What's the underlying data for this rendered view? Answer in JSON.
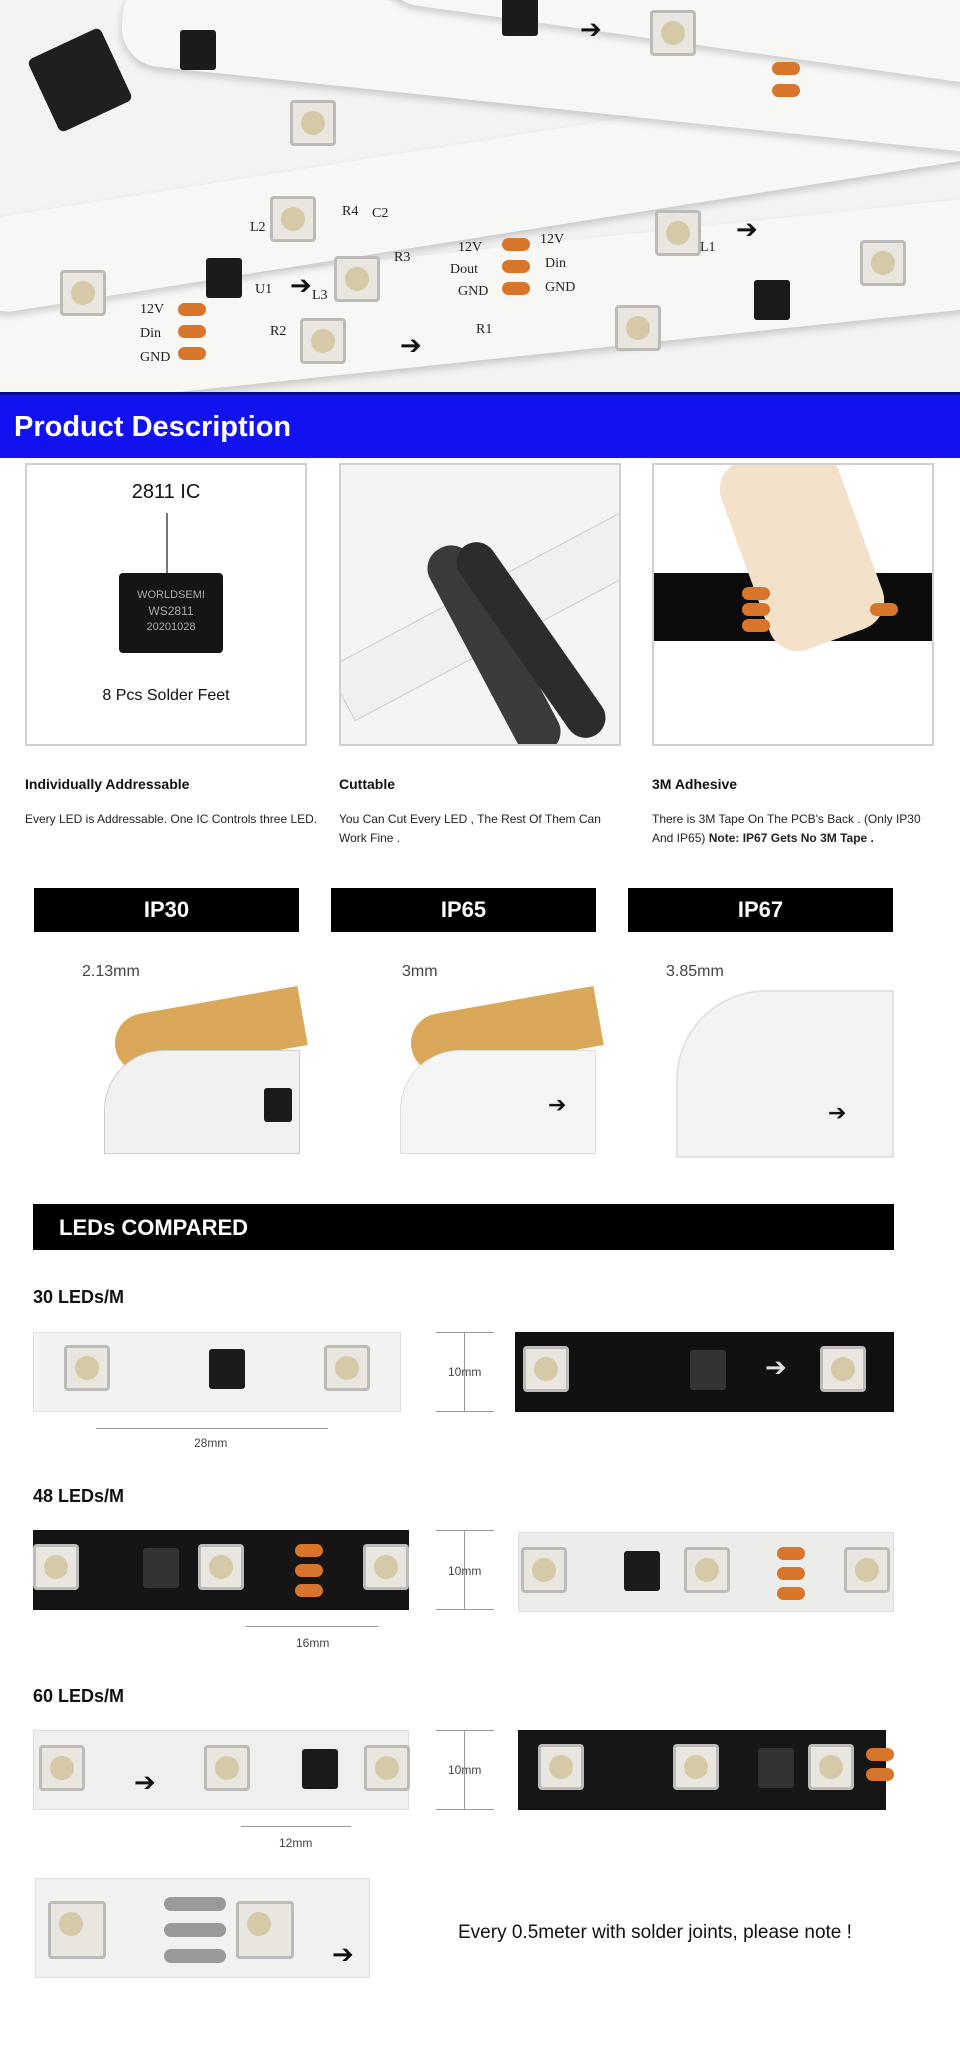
{
  "hero": {
    "labels": [
      "12V",
      "Dout",
      "GND",
      "12V",
      "Din",
      "GND",
      "R1",
      "R2",
      "R3",
      "R4",
      "C2",
      "L1",
      "L2",
      "L3",
      "U1",
      "12V",
      "Din",
      "GND"
    ]
  },
  "banner": {
    "title": "Product Description"
  },
  "features": [
    {
      "panel_top": "2811 IC",
      "chip_line1": "WORLDSEMI",
      "chip_line2": "WS2811",
      "chip_line3": "20201028",
      "panel_bottom": "8 Pcs Solder Feet",
      "title": "Individually Addressable",
      "desc": "Every LED is Addressable. One IC Controls three LED."
    },
    {
      "title": "Cuttable",
      "desc": "You Can Cut Every LED , The Rest Of Them Can Work Fine ."
    },
    {
      "title": "3M Adhesive",
      "desc_plain": "There is 3M Tape On The PCB's Back . (Only IP30 And IP65)",
      "desc_bold": "Note: IP67 Gets No 3M Tape ."
    }
  ],
  "ip": [
    {
      "tag": "IP30",
      "thickness": "2.13mm"
    },
    {
      "tag": "IP65",
      "thickness": "3mm"
    },
    {
      "tag": "IP67",
      "thickness": "3.85mm"
    }
  ],
  "compare": {
    "header": "LEDs COMPARED",
    "rows": [
      {
        "title": "30 LEDs/M",
        "height": "10mm",
        "pitch": "28mm"
      },
      {
        "title": "48 LEDs/M",
        "height": "10mm",
        "pitch": "16mm"
      },
      {
        "title": "60 LEDs/M",
        "height": "10mm",
        "pitch": "12mm"
      }
    ]
  },
  "solder": {
    "note": "Every 0.5meter with solder joints, please note !"
  },
  "colors": {
    "banner": "#1212f0",
    "pad": "#d7752a",
    "tag_bg": "#000000"
  }
}
